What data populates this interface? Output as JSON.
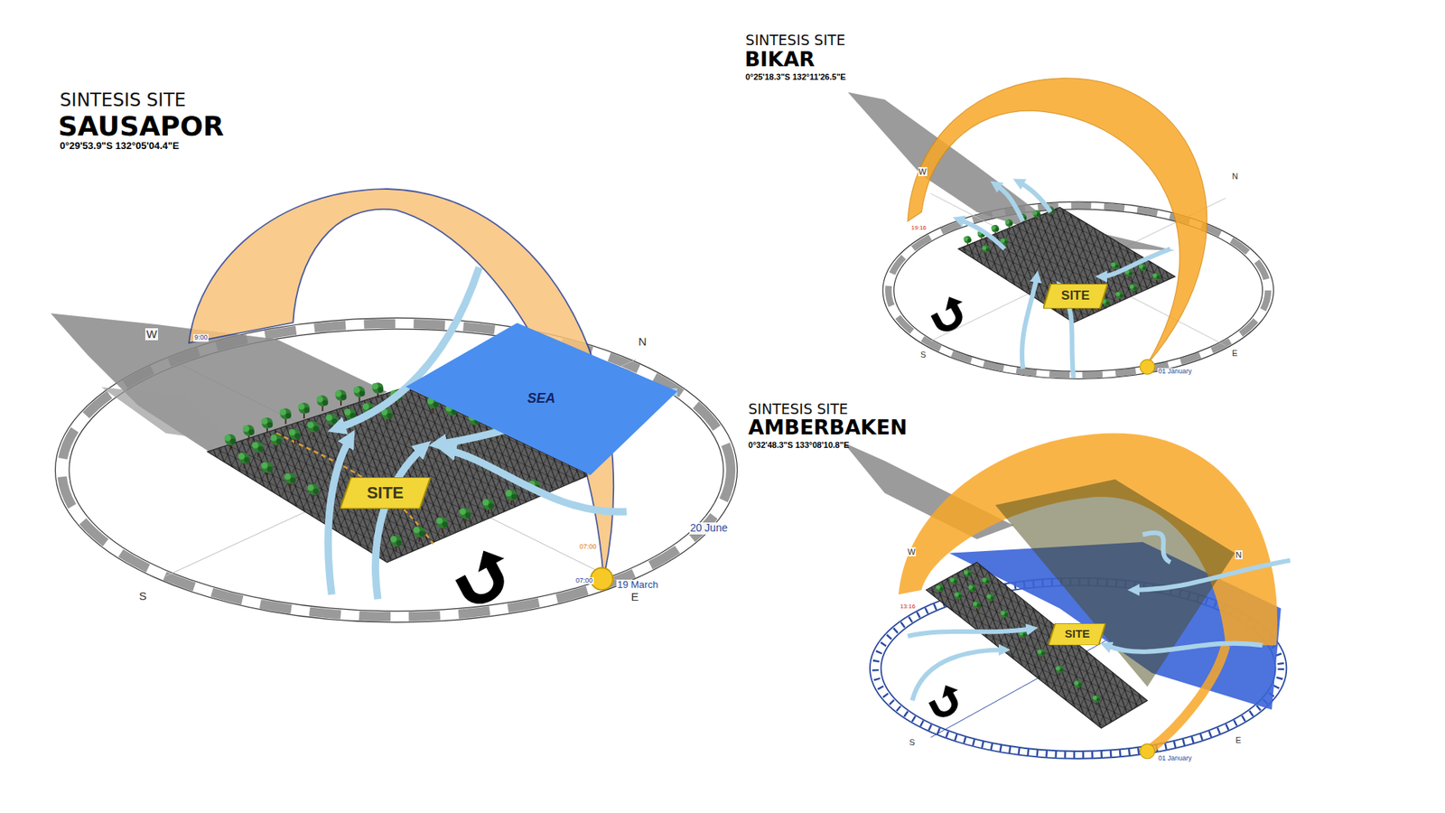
{
  "diagram": {
    "nodes": [
      {
        "text": [
          "SEA"
        ]
      },
      {
        "text": [
          "SITE"
        ]
      },
      {
        "text": [
          "SITE"
        ]
      },
      {
        "text": [
          "SITE"
        ]
      }
    ],
    "labels": [
      "SINTESIS SITE",
      "SAUSAPOR",
      "0°29'53.9\"S 132°05'04.4\"E",
      "W",
      "N",
      "S",
      "E",
      "9:00",
      "07:00",
      "07:00",
      "20 June",
      "19 March",
      "SINTESIS SITE",
      "BIKAR",
      "0°25'18.3\"S 132°11'26.5\"E",
      "W",
      "N",
      "S",
      "E",
      "19:16",
      "01 January",
      "SINTESIS SITE",
      "AMBERBAKEN",
      "0°32'48.3\"S 133°08'10.8\"E",
      "W",
      "N",
      "S",
      "E",
      "13:16",
      "01 January"
    ]
  }
}
